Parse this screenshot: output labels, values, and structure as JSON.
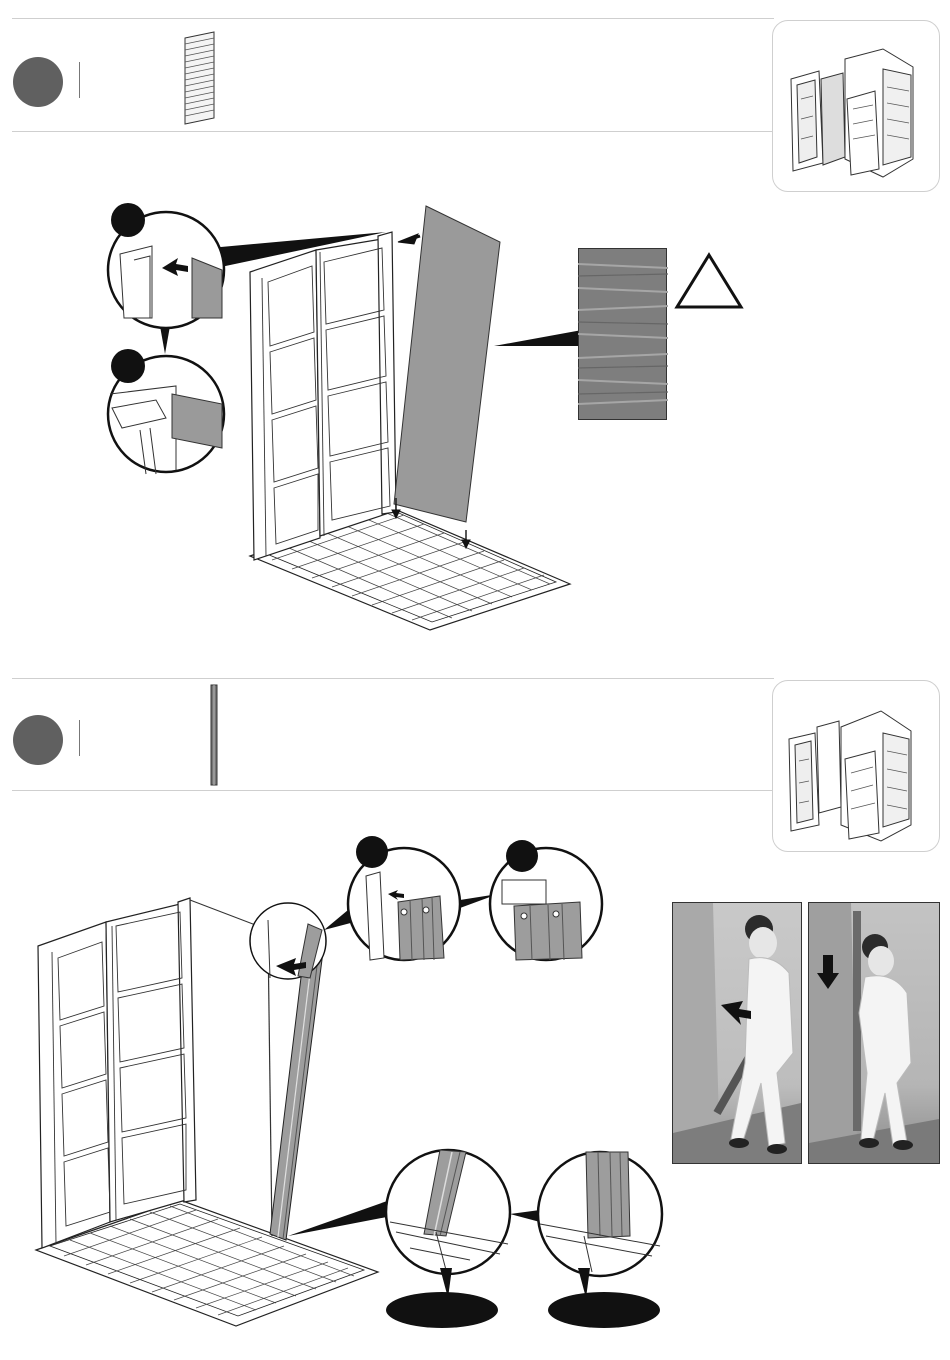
{
  "steps": [
    {
      "badge": "",
      "part_icon": "wall-panel-part-icon",
      "preview": "shed-preview-step-a"
    },
    {
      "badge": "",
      "part_icon": "vertical-post-part-icon",
      "preview": "shed-preview-step-b"
    }
  ],
  "callouts": [
    "",
    "",
    "",
    ""
  ],
  "warning": {
    "icon": "warning-triangle-icon",
    "texture": "panel-texture-detail"
  },
  "labels": {
    "left_oval": "",
    "right_oval": ""
  },
  "colors": {
    "badge": "#606060",
    "panel": "#9a9a9a",
    "line": "#222222",
    "rule": "#cfcfcf"
  }
}
